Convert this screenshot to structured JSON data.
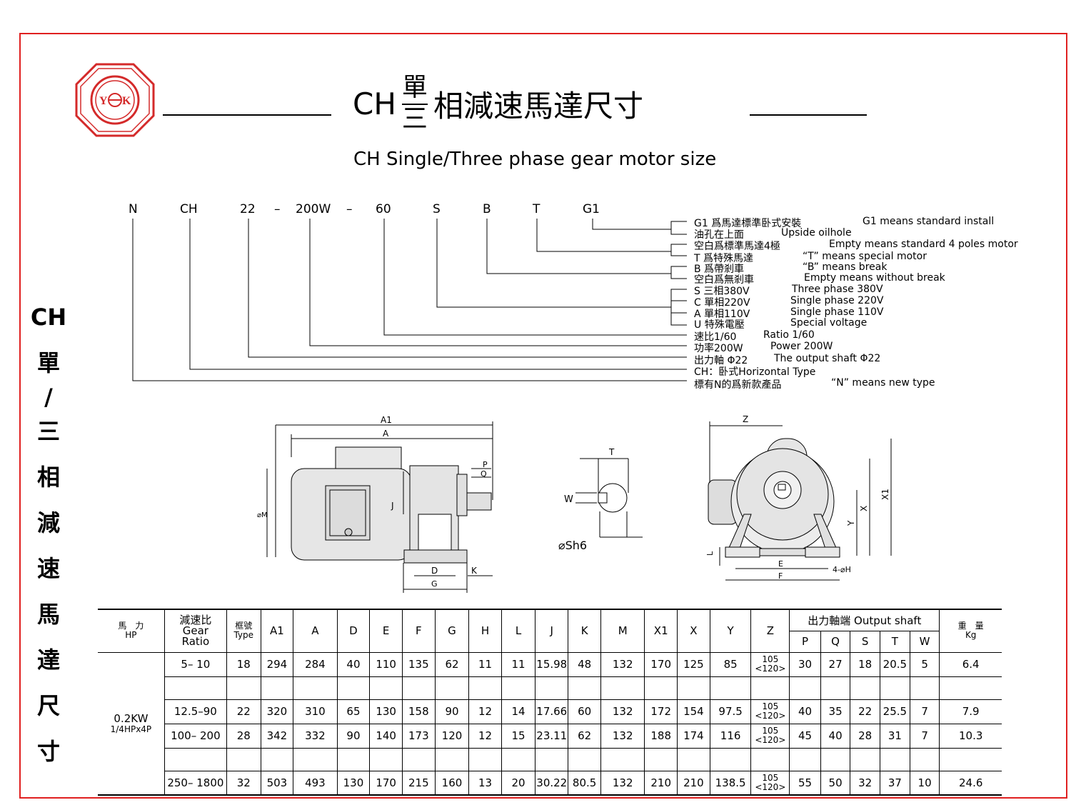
{
  "brand": {
    "logo_text": "YOK"
  },
  "title": {
    "prefix": "CH",
    "phase_top": "單",
    "phase_bottom": "三",
    "suffix": "相減速馬達尺寸",
    "subtitle": "CH Single/Three phase gear motor size"
  },
  "side_title": [
    "CH",
    "單",
    "/",
    "三",
    "相",
    "減",
    "速",
    "馬",
    "達",
    "尺",
    "寸"
  ],
  "model_code": [
    "N",
    "CH",
    "22",
    "–",
    "200W",
    "–",
    "60",
    "S",
    "B",
    "T",
    "G1"
  ],
  "legend": [
    {
      "zh": "G1 爲馬達標準卧式安裝",
      "en": "G1 means standard install"
    },
    {
      "zh": "油孔在上面",
      "en": "Upside oilhole"
    },
    {
      "zh": "空白爲標準馬達4極",
      "en": "Empty means standard 4 poles motor"
    },
    {
      "zh": "T 爲特殊馬達",
      "en": "“T” means special motor"
    },
    {
      "zh": "B 爲帶剎車",
      "en": "“B” means break"
    },
    {
      "zh": "空白爲無剎車",
      "en": "Empty means without break"
    },
    {
      "zh": "S 三相380V",
      "en": "Three phase 380V"
    },
    {
      "zh": "C 單相220V",
      "en": "Single phase 220V"
    },
    {
      "zh": "A 單相110V",
      "en": "Single phase 110V"
    },
    {
      "zh": "U 特殊電壓",
      "en": "Special voltage"
    },
    {
      "zh": "速比1/60",
      "en": "Ratio 1/60"
    },
    {
      "zh": "功率200W",
      "en": "Power 200W"
    },
    {
      "zh": "出力軸 Φ22",
      "en": "The output shaft Φ22"
    },
    {
      "zh": "CH：卧式Horizontal Type",
      "en": ""
    },
    {
      "zh": "標有N的爲新款產品",
      "en": "“N” means new type"
    }
  ],
  "drawing_labels": {
    "a1": "A1",
    "a": "A",
    "p": "P",
    "q": "Q",
    "j": "J",
    "m": "⌀M",
    "d": "D",
    "g": "G",
    "k": "K",
    "t": "T",
    "w": "W",
    "sh6": "⌀Sh6",
    "z": "Z",
    "x1": "X1",
    "x": "X",
    "y": "Y",
    "l": "L",
    "e": "E",
    "f": "F",
    "h": "4-⌀H"
  },
  "table": {
    "headers": {
      "hp_zh": "馬　力",
      "hp_en": "HP",
      "ratio_zh": "減速比",
      "ratio_en1": "Gear",
      "ratio_en2": "Ratio",
      "type_zh": "框號",
      "type_en": "Type",
      "cols": [
        "A1",
        "A",
        "D",
        "E",
        "F",
        "G",
        "H",
        "L",
        "J",
        "K",
        "M",
        "X1",
        "X",
        "Y",
        "Z"
      ],
      "output": "出力軸端 Output shaft",
      "out_cols": [
        "P",
        "Q",
        "S",
        "T",
        "W"
      ],
      "weight_zh": "重　量",
      "weight_en": "Kg"
    },
    "power_line1": "0.2KW",
    "power_line2": "1/4HPx4P",
    "rows": [
      {
        "ratio": "5– 10",
        "type": "18",
        "vals": [
          "294",
          "284",
          "40",
          "110",
          "135",
          "62",
          "11",
          "11",
          "15.98",
          "48",
          "132",
          "170",
          "125",
          "85"
        ],
        "z1": "105",
        "z2": "<120>",
        "out": [
          "30",
          "27",
          "18",
          "20.5",
          "5"
        ],
        "kg": "6.4"
      },
      {
        "ratio": "12.5–90",
        "type": "22",
        "vals": [
          "320",
          "310",
          "65",
          "130",
          "158",
          "90",
          "12",
          "14",
          "17.66",
          "60",
          "132",
          "172",
          "154",
          "97.5"
        ],
        "z1": "105",
        "z2": "<120>",
        "out": [
          "40",
          "35",
          "22",
          "25.5",
          "7"
        ],
        "kg": "7.9"
      },
      {
        "ratio": "100– 200",
        "type": "28",
        "vals": [
          "342",
          "332",
          "90",
          "140",
          "173",
          "120",
          "12",
          "15",
          "23.11",
          "62",
          "132",
          "188",
          "174",
          "116"
        ],
        "z1": "105",
        "z2": "<120>",
        "out": [
          "45",
          "40",
          "28",
          "31",
          "7"
        ],
        "kg": "10.3"
      },
      {
        "ratio": "250– 1800",
        "type": "32",
        "vals": [
          "503",
          "493",
          "130",
          "170",
          "215",
          "160",
          "13",
          "20",
          "30.22",
          "80.5",
          "132",
          "210",
          "210",
          "138.5"
        ],
        "z1": "105",
        "z2": "<120>",
        "out": [
          "55",
          "50",
          "32",
          "37",
          "10"
        ],
        "kg": "24.6"
      }
    ]
  },
  "colors": {
    "frame": "#e02020",
    "logo": "#d42a2a"
  }
}
